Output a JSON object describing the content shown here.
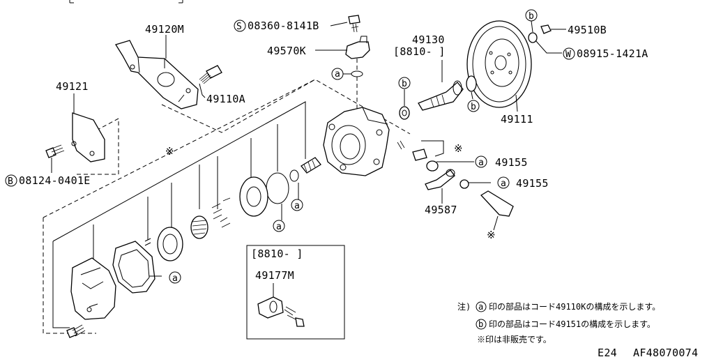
{
  "header_bracket_text": "",
  "labels": {
    "bracket_upper": "49120M",
    "bracket_upper_bolt": "49110A",
    "bracket_lower": "49121",
    "bolt_b": "08124-0401E",
    "bolt_s": "08360-8141B",
    "connector": "49570K",
    "shaft_assy": "49130",
    "shaft_range": "[8810-       ]",
    "pulley": "49111",
    "nut": "49510B",
    "washer_w": "08915-1421A",
    "seal_a1": "49155",
    "seal_a2": "49155",
    "hose_fitting": "49587",
    "inset_range": "[8810-       ]",
    "valve": "49177M"
  },
  "markers": {
    "S": "S",
    "B": "B",
    "W": "W",
    "a": "a",
    "b": "b",
    "kome": "※"
  },
  "notes": {
    "prefix": "注)",
    "line_a": "印の部品はコード49110Kの構成を示します。",
    "line_b": "印の部品はコード49151の構成を示します。",
    "line_kome": "※印は非販売です。"
  },
  "footer": {
    "page": "E24",
    "code": "AF48070074"
  }
}
